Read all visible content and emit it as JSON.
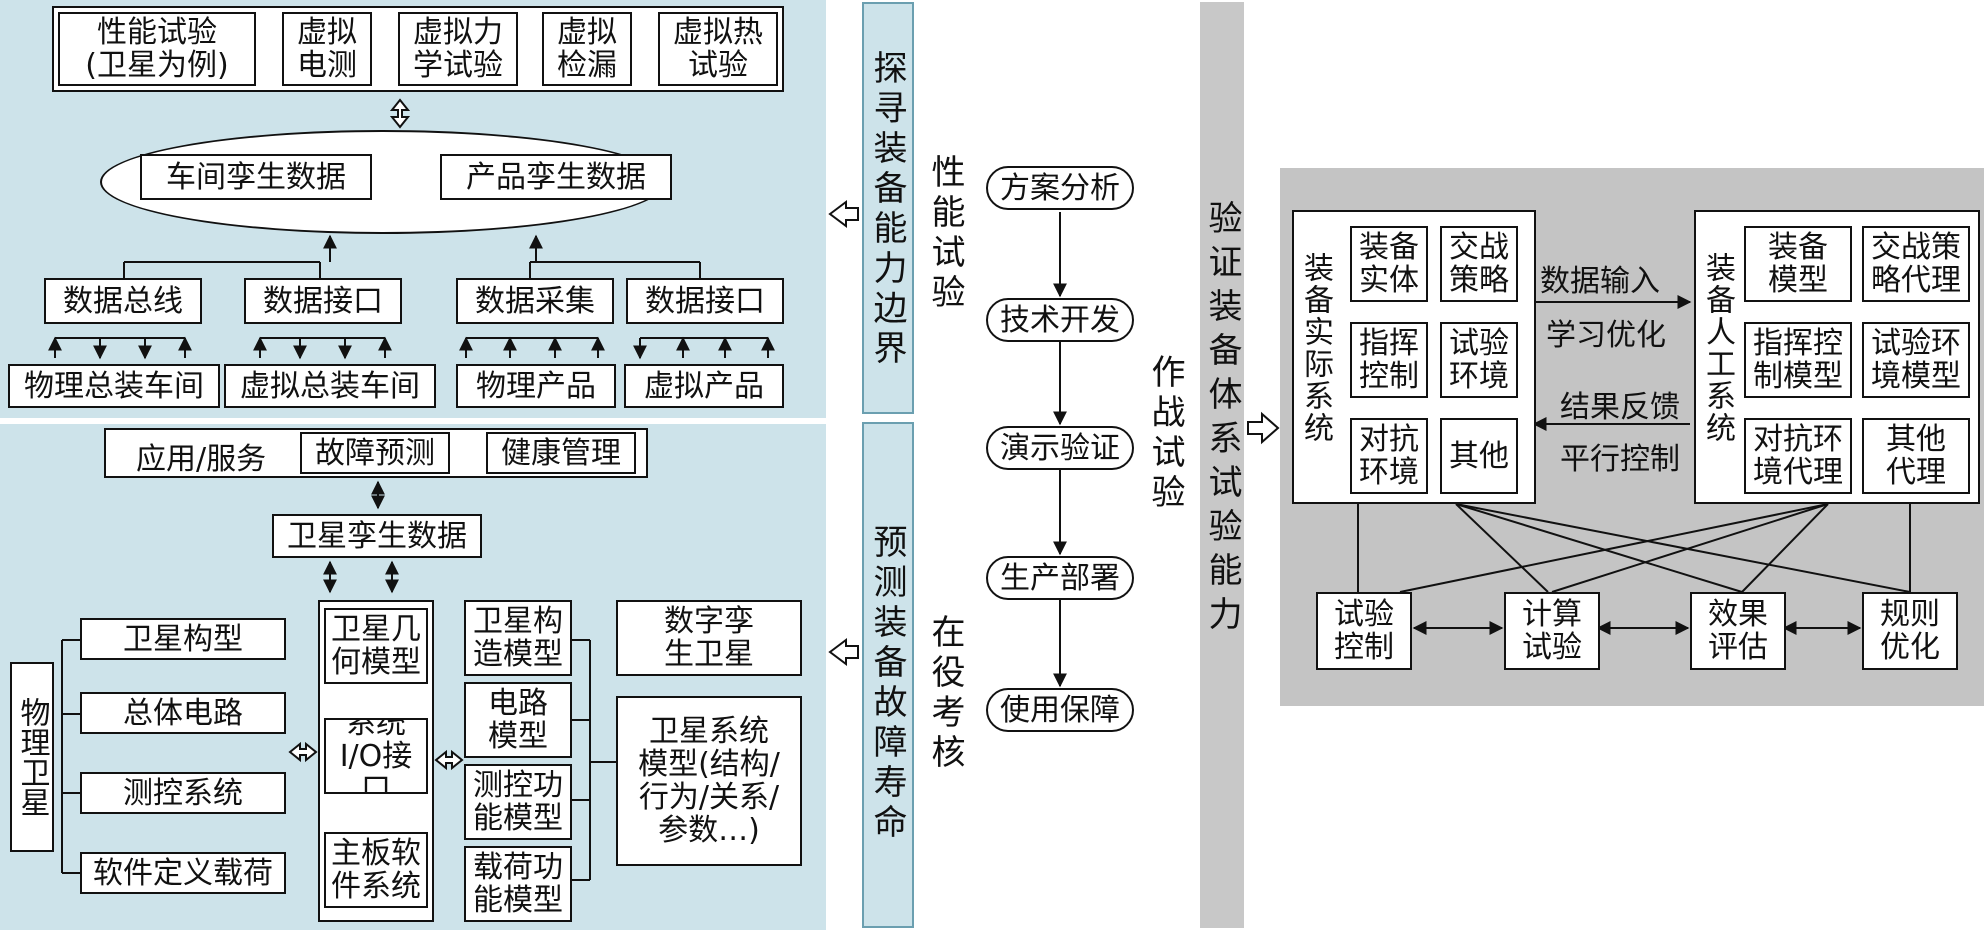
{
  "colors": {
    "panel_blue": "#cde3ea",
    "banner_border": "#6b9fb0",
    "grey_bar": "#c8c8c8",
    "grey_panel": "#c4c4c4"
  },
  "performance": {
    "top_boxes": [
      "性能试验\n(卫星为例)",
      "虚拟\n电测",
      "虚拟力\n学试验",
      "虚拟\n检漏",
      "虚拟热\n试验"
    ],
    "ellipse": {
      "workshop": "车间孪生数据",
      "product": "产品孪生数据"
    },
    "mid_boxes": [
      "数据总线",
      "数据接口",
      "数据采集",
      "数据接口"
    ],
    "bottom_boxes": [
      "物理总装车间",
      "虚拟总装车间",
      "物理产品",
      "虚拟产品"
    ]
  },
  "maintenance": {
    "app_label": "应用/服务",
    "fault": "故障预测",
    "health": "健康管理",
    "sat_data": "卫星孪生数据",
    "physical_sat": "物理卫星",
    "physical_parts": [
      "卫星构型",
      "总体电路",
      "测控系统",
      "软件定义载荷"
    ],
    "center_boxes": [
      "卫星几\n何模型",
      "系统\nI/O接口",
      "主板软\n件系统"
    ],
    "model_boxes": [
      "卫星构\n造模型",
      "电路\n模型",
      "测控功\n能模型",
      "载荷功\n能模型"
    ],
    "digital_sat": "数字孪\n生卫星",
    "sat_system_model": "卫星系统\n模型(结构/\n行为/关系/\n参数…)"
  },
  "banners": {
    "upper": "探寻装备能力边界",
    "lower": "预测装备故障寿命"
  },
  "side_labels": {
    "performance": "性能试验",
    "service": "在役考核",
    "combat": "作战试验"
  },
  "flow": [
    "方案分析",
    "技术开发",
    "演示验证",
    "生产部署",
    "使用保障"
  ],
  "grey_bar_text": "验证装备体系试验能力",
  "combat": {
    "actual_title": "装备实际系统",
    "actual_cells": [
      "装备\n实体",
      "交战\n策略",
      "指挥\n控制",
      "试验\n环境",
      "对抗\n环境",
      "其他"
    ],
    "artificial_title": "装备人工系统",
    "artificial_cells": [
      "装备\n模型",
      "交战策\n略代理",
      "指挥控\n制模型",
      "试验环\n境模型",
      "对抗环\n境代理",
      "其他\n代理"
    ],
    "arrow_right_top": "数据输入",
    "arrow_right_bottom": "学习优化",
    "arrow_left_top": "结果反馈",
    "arrow_left_bottom": "平行控制",
    "bottom_boxes": [
      "试验\n控制",
      "计算\n试验",
      "效果\n评估",
      "规则\n优化"
    ]
  }
}
